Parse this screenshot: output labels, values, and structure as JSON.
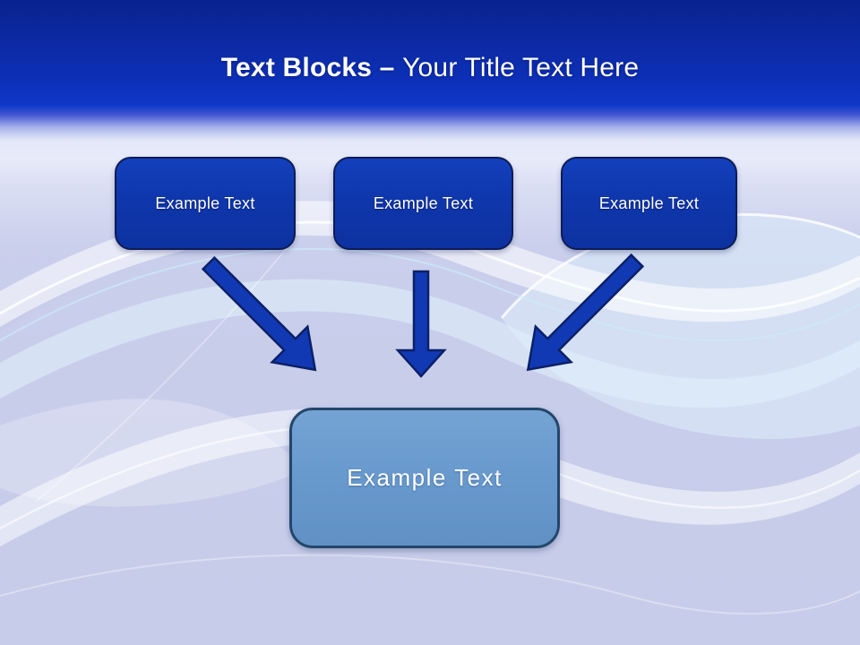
{
  "title": {
    "bold": "Text Blocks",
    "separator": " – ",
    "rest": "Your Title Text Here"
  },
  "top_boxes": [
    {
      "label": "Example Text"
    },
    {
      "label": "Example Text"
    },
    {
      "label": "Example Text"
    }
  ],
  "bottom_box": {
    "label": "Example Text"
  },
  "icons": {
    "left_arrow": "arrow-down-right-icon",
    "middle_arrow": "arrow-down-icon",
    "right_arrow": "arrow-down-left-icon"
  },
  "colors": {
    "header_top": "#0a2290",
    "header_bright": "#0f38c8",
    "background_lavender": "#c5cae8",
    "block_fill": "#0f37ac",
    "block_border": "#0d1c55",
    "summary_fill": "#6899cd",
    "summary_border": "#24466b",
    "arrow_fill": "#1139b4",
    "arrow_border": "#0b2066",
    "title_color": "#ffffff",
    "label_color": "#ffffff"
  }
}
